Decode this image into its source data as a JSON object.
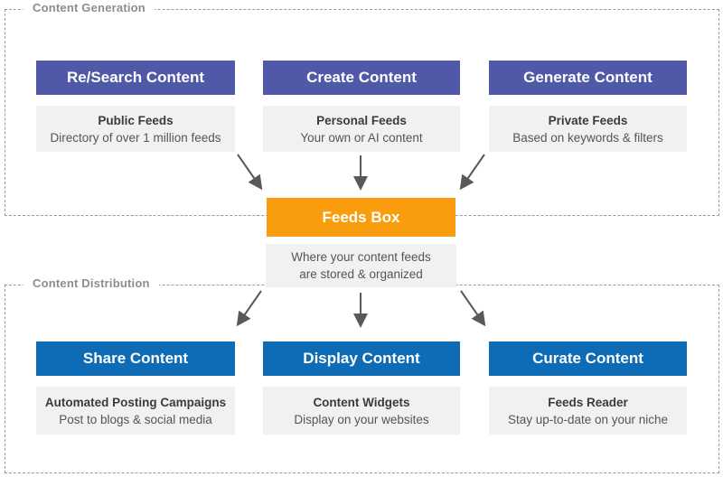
{
  "sections": {
    "generation": {
      "label": "Content Generation",
      "columns": [
        {
          "title": "Re/Search Content",
          "subtitle": "Public Feeds",
          "description": "Directory of over 1 million feeds"
        },
        {
          "title": "Create Content",
          "subtitle": "Personal Feeds",
          "description": "Your own or AI content"
        },
        {
          "title": "Generate Content",
          "subtitle": "Private Feeds",
          "description": "Based on keywords & filters"
        }
      ]
    },
    "hub": {
      "title": "Feeds Box",
      "description_line1": "Where your content feeds",
      "description_line2": "are stored & organized"
    },
    "distribution": {
      "label": "Content Distribution",
      "columns": [
        {
          "title": "Share Content",
          "subtitle": "Automated Posting Campaigns",
          "description": "Post to blogs & social media"
        },
        {
          "title": "Display Content",
          "subtitle": "Content Widgets",
          "description": "Display on your websites"
        },
        {
          "title": "Curate Content",
          "subtitle": "Feeds Reader",
          "description": "Stay up-to-date on your niche"
        }
      ]
    }
  },
  "colors": {
    "generation_box": "#4f59a8",
    "distribution_box": "#0d6cb5",
    "hub_box": "#f99d0f",
    "desc_box": "#f1f1f1",
    "arrow": "#595959",
    "section_label": "#8d8d8d",
    "dashed_border": "#9b9b9b"
  }
}
